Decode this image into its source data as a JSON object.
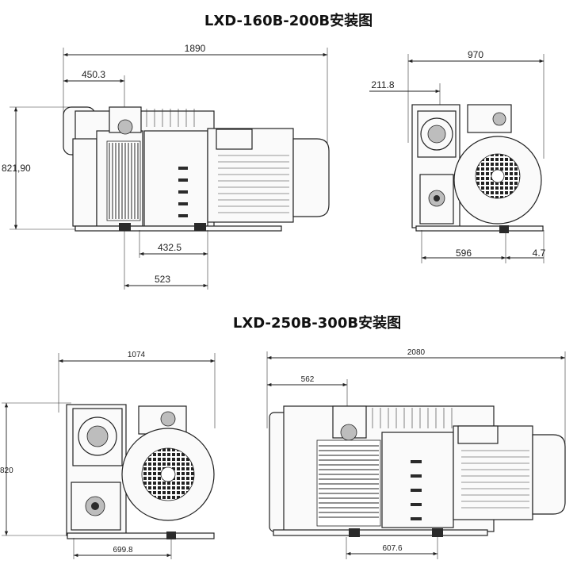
{
  "titles": {
    "top": "LXD-160B-200B安装图",
    "bottom": "LXD-250B-300B安装图"
  },
  "dimensions": {
    "top_side": {
      "overall_length": "1890",
      "offset": "450.3",
      "height": "821,90",
      "foot_spacing_a": "432.5",
      "foot_spacing_b": "523"
    },
    "top_end": {
      "overall_width": "970",
      "offset": "211.8",
      "foot_spacing": "596",
      "foot_small": "4.7"
    },
    "bottom_end": {
      "overall_width": "1074",
      "height": "820",
      "foot_spacing": "699.8"
    },
    "bottom_side": {
      "overall_length": "2080",
      "offset": "562",
      "foot_spacing": "607.6"
    }
  }
}
